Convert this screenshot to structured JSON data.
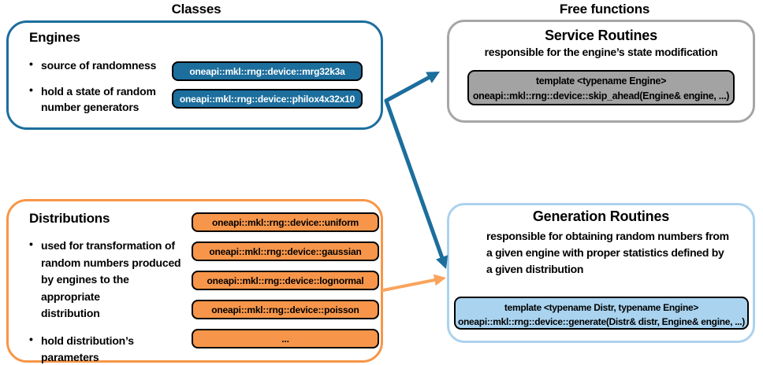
{
  "column_headers": {
    "left": "Classes",
    "right": "Free functions"
  },
  "engines_box": {
    "title": "Engines",
    "bullets": [
      {
        "lines": [
          "source of randomness"
        ]
      },
      {
        "lines": [
          "hold a state of random",
          "number generators"
        ]
      }
    ],
    "chips": [
      "oneapi::mkl::rng::device::mrg32k3a",
      "oneapi::mkl::rng::device::philox4x32x10"
    ]
  },
  "distributions_box": {
    "title": "Distributions",
    "bullets": [
      {
        "lines": [
          "used for transformation of",
          "random numbers produced",
          "by engines to the appropriate",
          "distribution"
        ]
      },
      {
        "lines": [
          "hold distribution’s",
          "parameters"
        ]
      }
    ],
    "chips": [
      "oneapi::mkl::rng::device::uniform",
      "oneapi::mkl::rng::device::gaussian",
      "oneapi::mkl::rng::device::lognormal",
      "oneapi::mkl::rng::device::poisson",
      "..."
    ]
  },
  "service_box": {
    "title": "Service Routines",
    "subtitle": "responsible for the engine’s state modification",
    "code_lines": [
      "template <typename Engine>",
      "oneapi::mkl::rng::device::skip_ahead(Engine& engine, ...)"
    ]
  },
  "generation_box": {
    "title": "Generation Routines",
    "subtitle_lines": [
      "responsible for obtaining random numbers from",
      "a given engine with proper statistics defined by",
      "a given distribution"
    ],
    "code_lines": [
      "template <typename Distr, typename Engine>",
      "oneapi::mkl::rng::device::generate(Distr& distr, Engine& engine, ...)"
    ]
  },
  "colors": {
    "blue": "#1c6e9d",
    "orange": "#f79646",
    "orange_arrow": "#f9a45c",
    "gray_border": "#a6a6a6",
    "gray_fill": "#a3a3a3",
    "light_blue_border": "#abd2ed",
    "light_blue_fill": "#a9d3ef"
  }
}
